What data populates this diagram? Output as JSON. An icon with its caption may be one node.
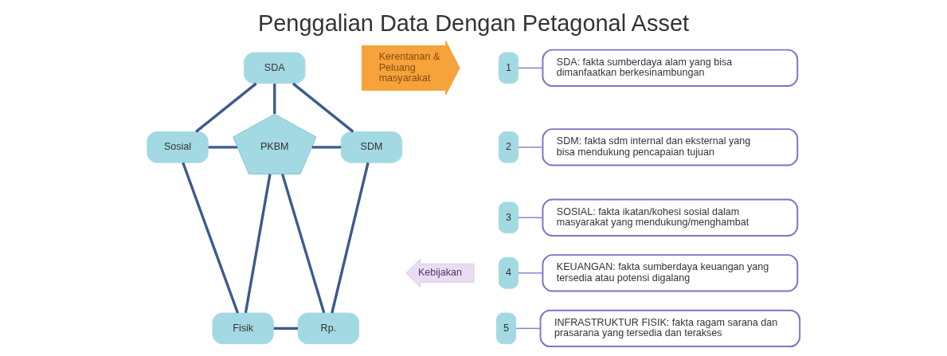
{
  "diagram": {
    "title": "Penggalian Data Dengan Petagonal Asset",
    "nodes": [
      {
        "text": [
          "SDA"
        ]
      },
      {
        "text": [
          "Sosial"
        ]
      },
      {
        "text": [
          "SDM"
        ]
      },
      {
        "text": [
          "PKBM"
        ]
      },
      {
        "text": [
          "Fisik"
        ]
      },
      {
        "text": [
          "Rp."
        ]
      },
      {
        "text": [
          "Kerentanan & Peluang masyarakat"
        ]
      },
      {
        "text": [
          "Kebijakan"
        ]
      },
      {
        "text": [
          "1"
        ]
      },
      {
        "text": [
          "2"
        ]
      },
      {
        "text": [
          "3"
        ]
      },
      {
        "text": [
          "4"
        ]
      },
      {
        "text": [
          "5"
        ]
      },
      {
        "text": [
          "SDA: fakta sumberdaya alam yang bisa dimanfaatkan berkesinambungan"
        ]
      },
      {
        "text": [
          "SDM: fakta sdm internal dan eksternal yang bisa mendukung pencapaian tujuan"
        ]
      },
      {
        "text": [
          "SOSIAL: fakta ikatan/kohesi sosial dalam masyarakat yang mendukung/menghambat"
        ]
      },
      {
        "text": [
          "KEUANGAN: fakta sumberdaya keuangan yang tersedia atau potensi digalang"
        ]
      },
      {
        "text": [
          "INFRASTRUKTUR FISIK: fakta ragam sarana dan prasarana yang tersedia dan terakses"
        ]
      }
    ],
    "edges": [
      {
        "from": 0,
        "to": 1,
        "arrow": "none"
      },
      {
        "from": 0,
        "to": 2,
        "arrow": "none"
      },
      {
        "from": 0,
        "to": 3,
        "arrow": "none"
      },
      {
        "from": 1,
        "to": 3,
        "arrow": "none"
      },
      {
        "from": 3,
        "to": 2,
        "arrow": "none"
      },
      {
        "from": 1,
        "to": 4,
        "arrow": "none"
      },
      {
        "from": 2,
        "to": 5,
        "arrow": "none"
      },
      {
        "from": 3,
        "to": 4,
        "arrow": "none"
      },
      {
        "from": 3,
        "to": 5,
        "arrow": "none"
      },
      {
        "from": 4,
        "to": 5,
        "arrow": "none"
      },
      {
        "from": 8,
        "to": 13,
        "arrow": "none",
        "color": "#8a7fc8"
      },
      {
        "from": 9,
        "to": 14,
        "arrow": "none",
        "color": "#8a7fc8"
      },
      {
        "from": 10,
        "to": 15,
        "arrow": "none",
        "color": "#8a7fc8"
      },
      {
        "from": 11,
        "to": 16,
        "arrow": "none",
        "color": "#8a7fc8"
      },
      {
        "from": 12,
        "to": 17,
        "arrow": "none",
        "color": "#8a7fc8"
      }
    ]
  }
}
